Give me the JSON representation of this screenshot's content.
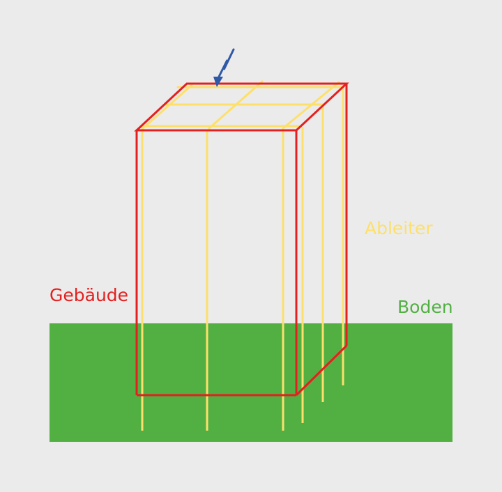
{
  "labels": {
    "ableiter": "Ableiter",
    "gebaeude": "Gebäude",
    "boden": "Boden"
  },
  "colors": {
    "background": "#ebebeb",
    "ground": "#52b043",
    "building": "#e4201f",
    "conductor": "#fde06b",
    "lightning": "#2f58a7"
  },
  "icons": {
    "lightning": "lightning-bolt-icon"
  }
}
